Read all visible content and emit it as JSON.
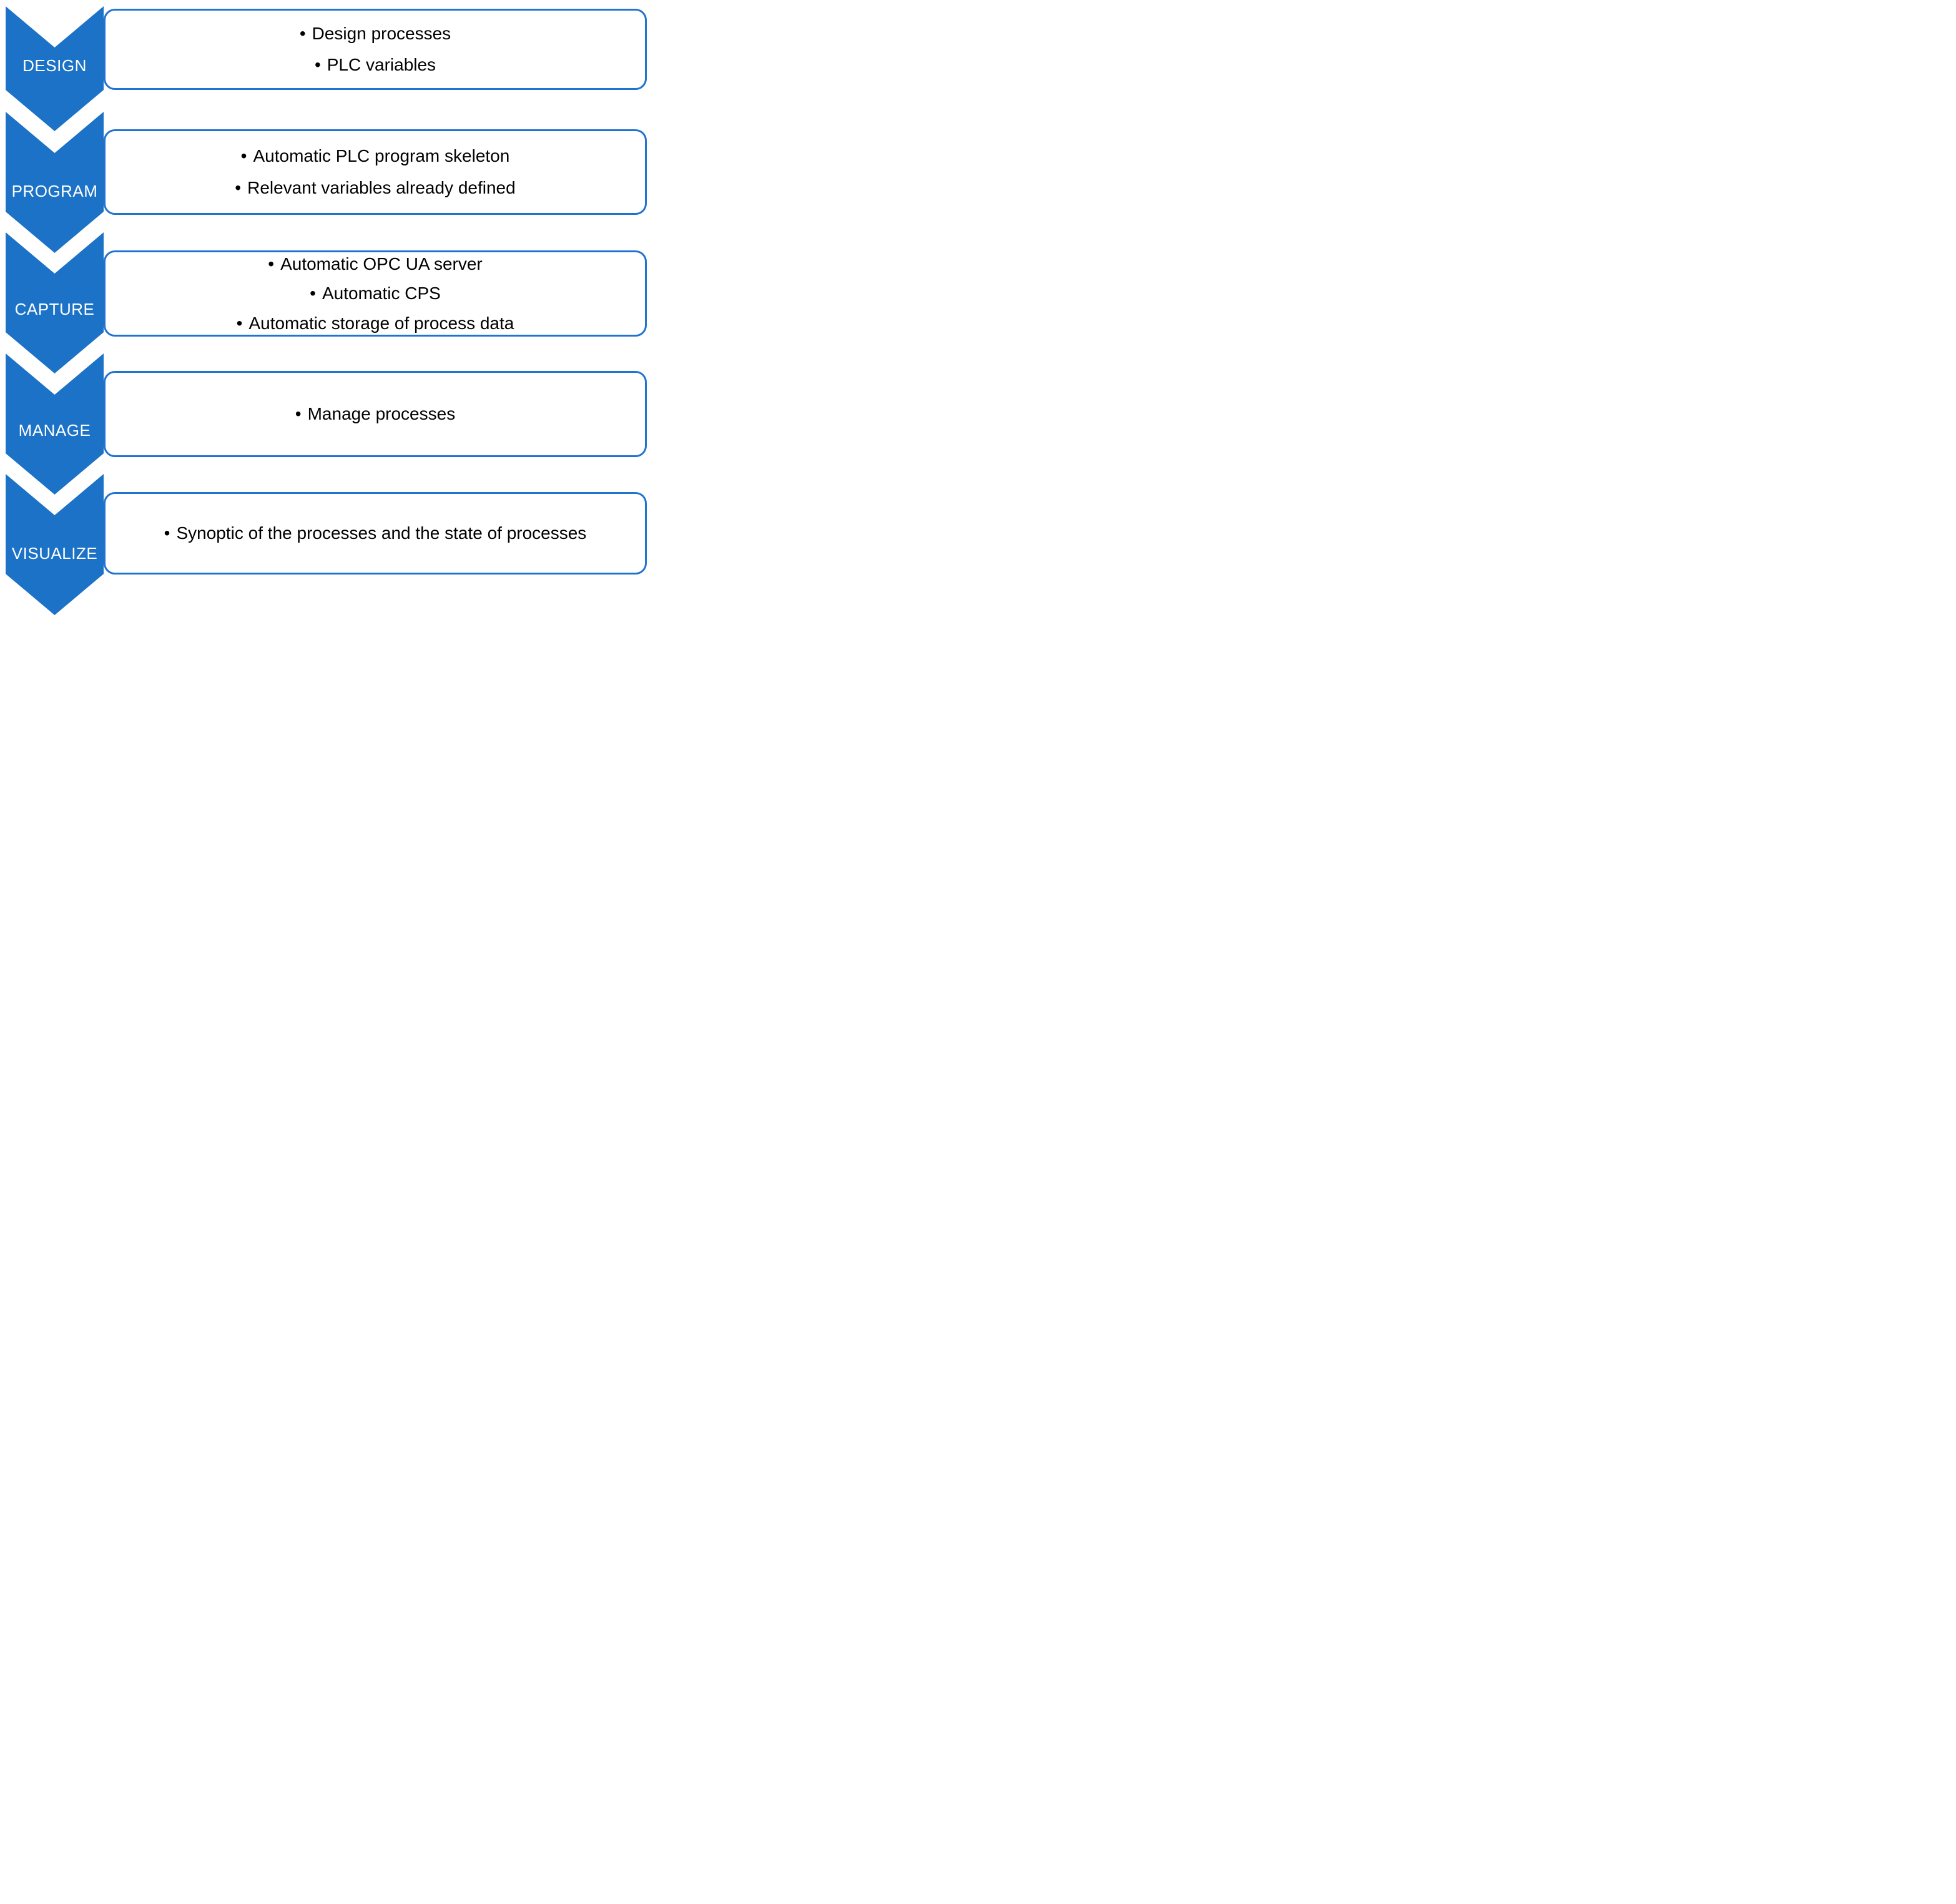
{
  "bullet_char": "•",
  "colors": {
    "chevron_fill": "#1b72c6",
    "box_border": "#2173d2",
    "chevron_label_text": "#ffffff",
    "body_text": "#000000",
    "background": "#ffffff"
  },
  "steps": [
    {
      "label": "DESIGN",
      "bullets": [
        "Design processes",
        "PLC variables"
      ]
    },
    {
      "label": "PROGRAM",
      "bullets": [
        "Automatic PLC program skeleton",
        "Relevant variables already defined"
      ]
    },
    {
      "label": "CAPTURE",
      "bullets": [
        "Automatic OPC UA server",
        "Automatic CPS",
        "Automatic storage of process data"
      ]
    },
    {
      "label": "MANAGE",
      "bullets": [
        "Manage processes"
      ]
    },
    {
      "label": "VISUALIZE",
      "bullets": [
        "Synoptic of the processes and the state of processes"
      ]
    }
  ]
}
